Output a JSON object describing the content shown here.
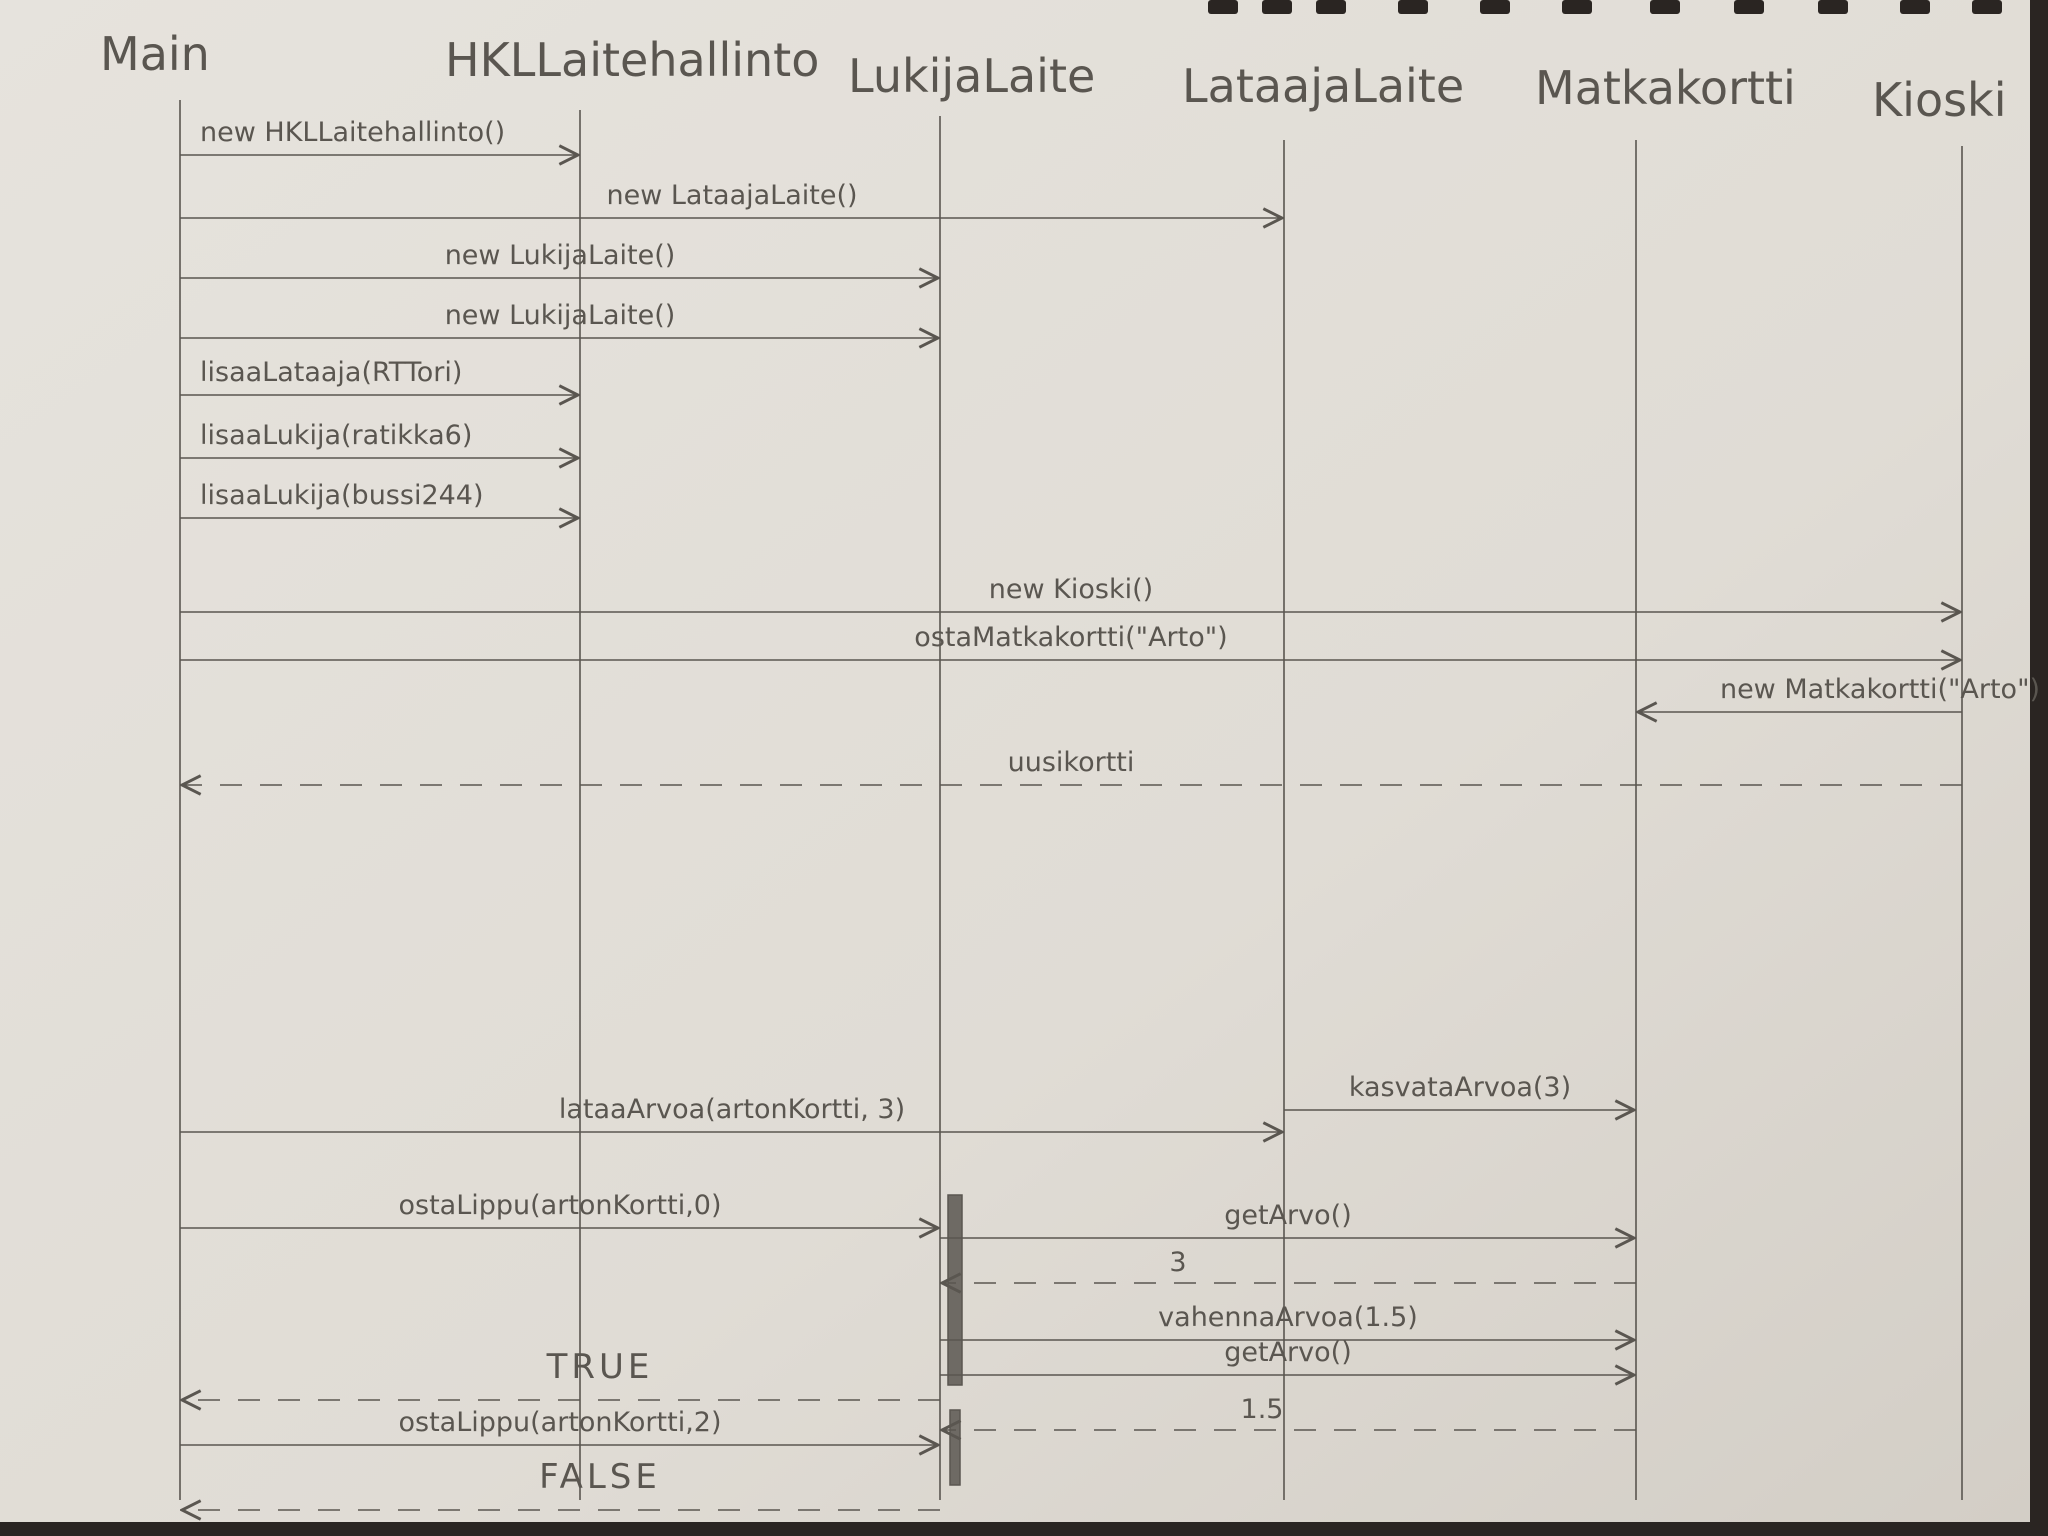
{
  "participants": [
    {
      "id": "main",
      "label": "Main"
    },
    {
      "id": "hkl",
      "label": "HKLLaitehallinto"
    },
    {
      "id": "lukija",
      "label": "LukijaLaite"
    },
    {
      "id": "lataaja",
      "label": "LataajaLaite"
    },
    {
      "id": "kortti",
      "label": "Matkakortti"
    },
    {
      "id": "kioski",
      "label": "Kioski"
    }
  ],
  "messages": [
    {
      "from": "main",
      "to": "hkl",
      "label": "new HKLLaitehallinto()",
      "kind": "call"
    },
    {
      "from": "main",
      "to": "lataaja",
      "label": "new LataajaLaite()",
      "kind": "call"
    },
    {
      "from": "main",
      "to": "lukija",
      "label": "new LukijaLaite()",
      "kind": "call"
    },
    {
      "from": "main",
      "to": "lukija",
      "label": "new LukijaLaite()",
      "kind": "call"
    },
    {
      "from": "main",
      "to": "hkl",
      "label": "lisaaLataaja(RTTori)",
      "kind": "call"
    },
    {
      "from": "main",
      "to": "hkl",
      "label": "lisaaLukija(ratikka6)",
      "kind": "call"
    },
    {
      "from": "main",
      "to": "hkl",
      "label": "lisaaLukija(bussi244)",
      "kind": "call"
    },
    {
      "from": "main",
      "to": "kioski",
      "label": "new Kioski()",
      "kind": "call"
    },
    {
      "from": "main",
      "to": "kioski",
      "label": "ostaMatkakortti(\"Arto\")",
      "kind": "call"
    },
    {
      "from": "kioski",
      "to": "kortti",
      "label": "new Matkakortti(\"Arto\")",
      "kind": "call"
    },
    {
      "from": "kioski",
      "to": "main",
      "label": "uusikortti",
      "kind": "return"
    },
    {
      "from": "main",
      "to": "lataaja",
      "label": "lataaArvoa(artonKortti, 3)",
      "kind": "call"
    },
    {
      "from": "lataaja",
      "to": "kortti",
      "label": "kasvataArvoa(3)",
      "kind": "call"
    },
    {
      "from": "main",
      "to": "lukija",
      "label": "ostaLippu(artonKortti,0)",
      "kind": "call"
    },
    {
      "from": "lukija",
      "to": "kortti",
      "label": "getArvo()",
      "kind": "call"
    },
    {
      "from": "kortti",
      "to": "lukija",
      "label": "3",
      "kind": "return"
    },
    {
      "from": "lukija",
      "to": "kortti",
      "label": "vahennaArvoa(1.5)",
      "kind": "call"
    },
    {
      "from": "lukija",
      "to": "main",
      "label": "TRUE",
      "kind": "return"
    },
    {
      "from": "lukija",
      "to": "kortti",
      "label": "getArvo()",
      "kind": "call"
    },
    {
      "from": "main",
      "to": "lukija",
      "label": "ostaLippu(artonKortti,2)",
      "kind": "call"
    },
    {
      "from": "kortti",
      "to": "lukija",
      "label": "1.5",
      "kind": "return"
    },
    {
      "from": "lukija",
      "to": "main",
      "label": "FALSE",
      "kind": "return"
    }
  ],
  "colors": {
    "paper": "#e2ded7",
    "ink": "#5a5650",
    "activation": "#6e6a64",
    "background": "#2a2522"
  }
}
